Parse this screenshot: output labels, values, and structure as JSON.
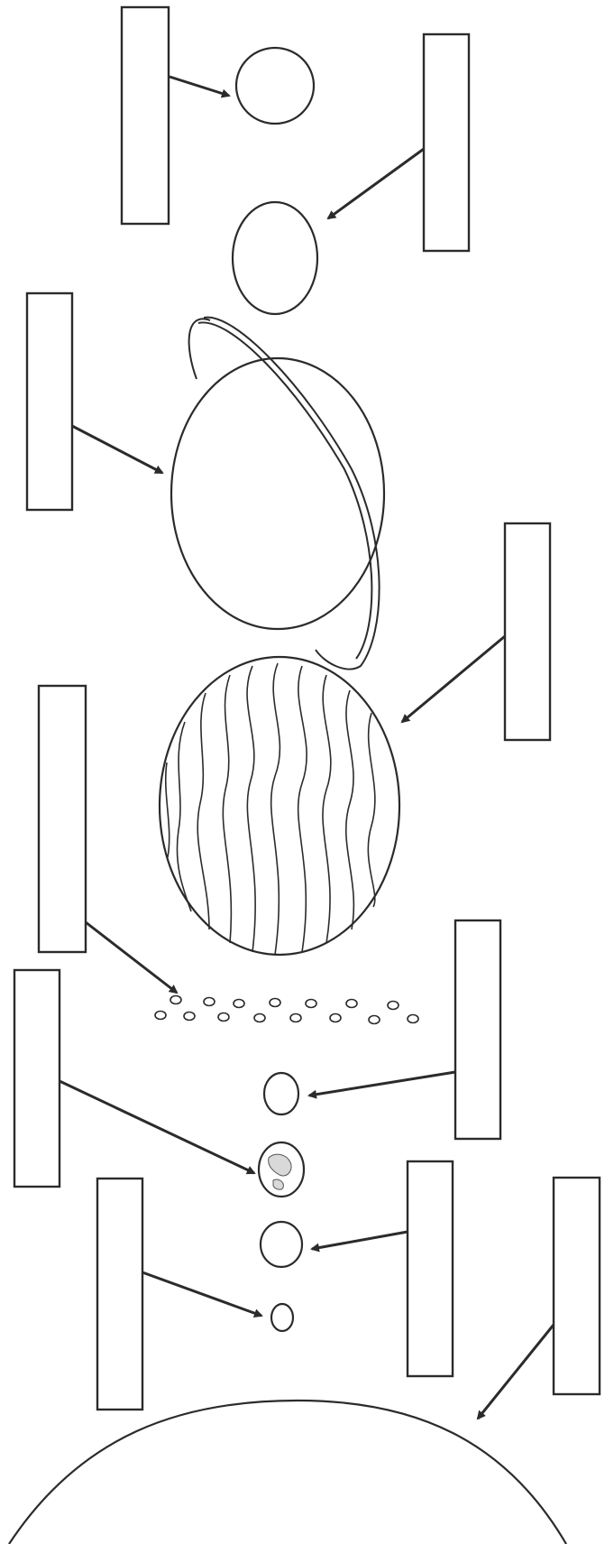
{
  "diagram": {
    "label_boxes": [
      {
        "id": "pluto",
        "text": ""
      },
      {
        "id": "neptune",
        "text": ""
      },
      {
        "id": "uranus",
        "text": ""
      },
      {
        "id": "saturn",
        "text": ""
      },
      {
        "id": "jupiter",
        "text": ""
      },
      {
        "id": "asteroid-belt",
        "text": ""
      },
      {
        "id": "mars",
        "text": ""
      },
      {
        "id": "earth",
        "text": ""
      },
      {
        "id": "venus",
        "text": ""
      },
      {
        "id": "mercury",
        "text": ""
      },
      {
        "id": "sun",
        "text": ""
      }
    ]
  }
}
